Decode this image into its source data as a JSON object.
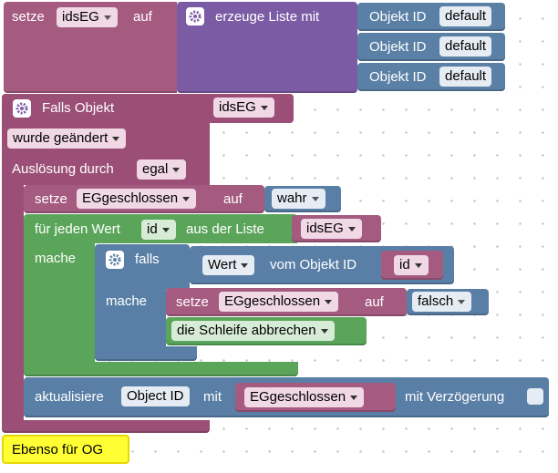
{
  "block_set": {
    "setze": "setze",
    "variable": "idsEG",
    "auf": "auf",
    "create_list": "erzeuge Liste mit",
    "objects": [
      {
        "label": "Objekt ID",
        "value": "default"
      },
      {
        "label": "Objekt ID",
        "value": "default"
      },
      {
        "label": "Objekt ID",
        "value": "default"
      }
    ]
  },
  "trigger": {
    "label": "Falls Objekt",
    "object": "idsEG",
    "change": "wurde geändert",
    "ausloesung_label": "Auslösung durch",
    "ausloesung_value": "egal"
  },
  "set_closed": {
    "setze": "setze",
    "variable": "EGgeschlossen",
    "auf": "auf",
    "value": "wahr"
  },
  "loop": {
    "for_each": "für jeden Wert",
    "var": "id",
    "from_list": "aus der Liste",
    "list": "idsEG",
    "mache": "mache"
  },
  "if_block": {
    "falls": "falls",
    "wert": "Wert",
    "from_object": "vom Objekt ID",
    "obj": "id",
    "mache": "mache",
    "set_label": "setze",
    "set_var": "EGgeschlossen",
    "set_auf": "auf",
    "set_value": "falsch",
    "break_label": "die Schleife abbrechen"
  },
  "update": {
    "label": "aktualisiere",
    "object_id": "Object ID",
    "mit": "mit",
    "value": "EGgeschlossen",
    "delay": "mit Verzögerung"
  },
  "comment": "Ebenso für OG",
  "colors": {
    "variables": "#a55b80",
    "lists": "#7c5ba5",
    "objects": "#5b80a5",
    "loops": "#5ba55b",
    "comment": "#ffff33"
  }
}
